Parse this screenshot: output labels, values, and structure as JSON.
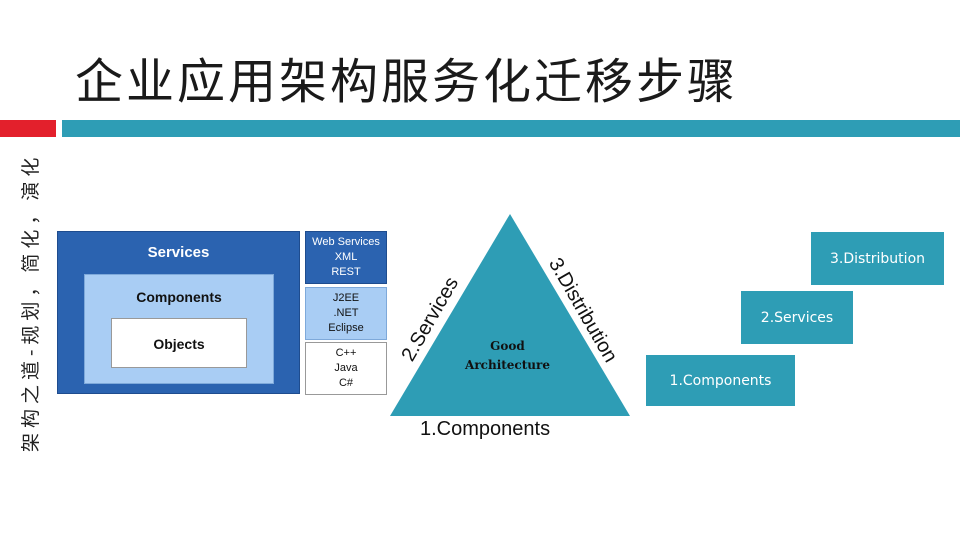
{
  "slide": {
    "title": "企业应用架构服务化迁移步骤",
    "side_note": "架构之道-规划，简化，演化"
  },
  "layers_diagram": {
    "outer_label": "Services",
    "middle_label": "Components",
    "inner_label": "Objects",
    "tech_stack": [
      {
        "lines": [
          "Web Services",
          "XML",
          "REST"
        ]
      },
      {
        "lines": [
          "J2EE",
          ".NET",
          "Eclipse"
        ]
      },
      {
        "lines": [
          "C++",
          "Java",
          "C#"
        ]
      }
    ]
  },
  "triangle": {
    "center_line1": "Good",
    "center_line2": "Architecture",
    "left_edge": "2.Services",
    "right_edge": "3.Distribution",
    "bottom_edge": "1.Components",
    "fill_color": "#2e9db5"
  },
  "steps": [
    {
      "label": "1.Components"
    },
    {
      "label": "2.Services"
    },
    {
      "label": "3.Distribution"
    }
  ],
  "colors": {
    "accent_red": "#e3202c",
    "accent_teal": "#2e9db5",
    "layer_dark_blue": "#2b63b0",
    "layer_light_blue": "#a9cdf4"
  }
}
